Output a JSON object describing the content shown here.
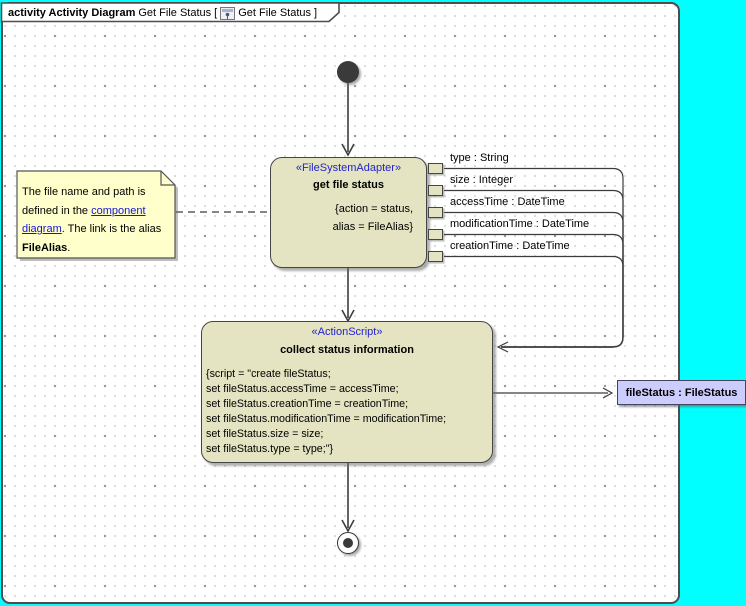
{
  "colors": {
    "canvas_outside": "#00ffff",
    "node_fill": "#e4e4c2",
    "note_fill": "#ffffcc",
    "output_fill": "#ccccff",
    "stereotype_blue": "#2323cc",
    "link_blue": "#1414d6"
  },
  "frame": {
    "tab_keyword": "activity Activity Diagram",
    "tab_name": "Get File Status [",
    "tab_icon": "activity-diagram-icon",
    "tab_ref": "Get File Status ]"
  },
  "get_file_status_action": {
    "stereotype": "«FileSystemAdapter»",
    "name": "get file status",
    "constraints": [
      "{action = status,",
      "alias = FileAlias}"
    ]
  },
  "pins": [
    {
      "label": "type : String"
    },
    {
      "label": "size : Integer"
    },
    {
      "label": "accessTime : DateTime"
    },
    {
      "label": "modificationTime : DateTime"
    },
    {
      "label": "creationTime : DateTime"
    }
  ],
  "note": {
    "text_before_link": "The file name and path is defined in the ",
    "link": "component diagram",
    "text_after_link": ". The link is the alias ",
    "bold": "FileAlias",
    "text_end": "."
  },
  "collect_action": {
    "stereotype": "«ActionScript»",
    "name": "collect status information",
    "script": [
      "{script = \"create fileStatus;",
      "set fileStatus.accessTime = accessTime;",
      "set fileStatus.creationTime = creationTime;",
      "set fileStatus.modificationTime = modificationTime;",
      "set fileStatus.size = size;",
      "set fileStatus.type = type;\"}"
    ]
  },
  "output": {
    "label": "fileStatus : FileStatus"
  }
}
